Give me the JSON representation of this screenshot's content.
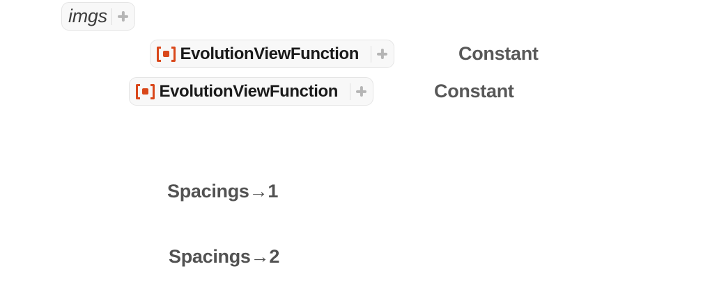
{
  "colors": {
    "box_bg": "#f8f8f8",
    "box_border": "#e5e5e5",
    "icon_orange": "#d9471a",
    "plus_gray": "#b5b5b5",
    "divider_gray": "#dedede",
    "code_text": "#1a1a1a",
    "string_gray": "#585858",
    "option_gray": "#525252",
    "imgs_text": "#3d3d3d"
  },
  "icons": {
    "resource_function_icon": "[▪]",
    "expander_icon": "+"
  },
  "iconized_variable": {
    "label": "imgs"
  },
  "resource_functions": [
    {
      "name": "EvolutionViewFunction",
      "argument": "Constant"
    },
    {
      "name": "EvolutionViewFunction",
      "argument": "Constant"
    }
  ],
  "options": [
    {
      "label": "Spacings→1"
    },
    {
      "label": "Spacings→2"
    }
  ]
}
